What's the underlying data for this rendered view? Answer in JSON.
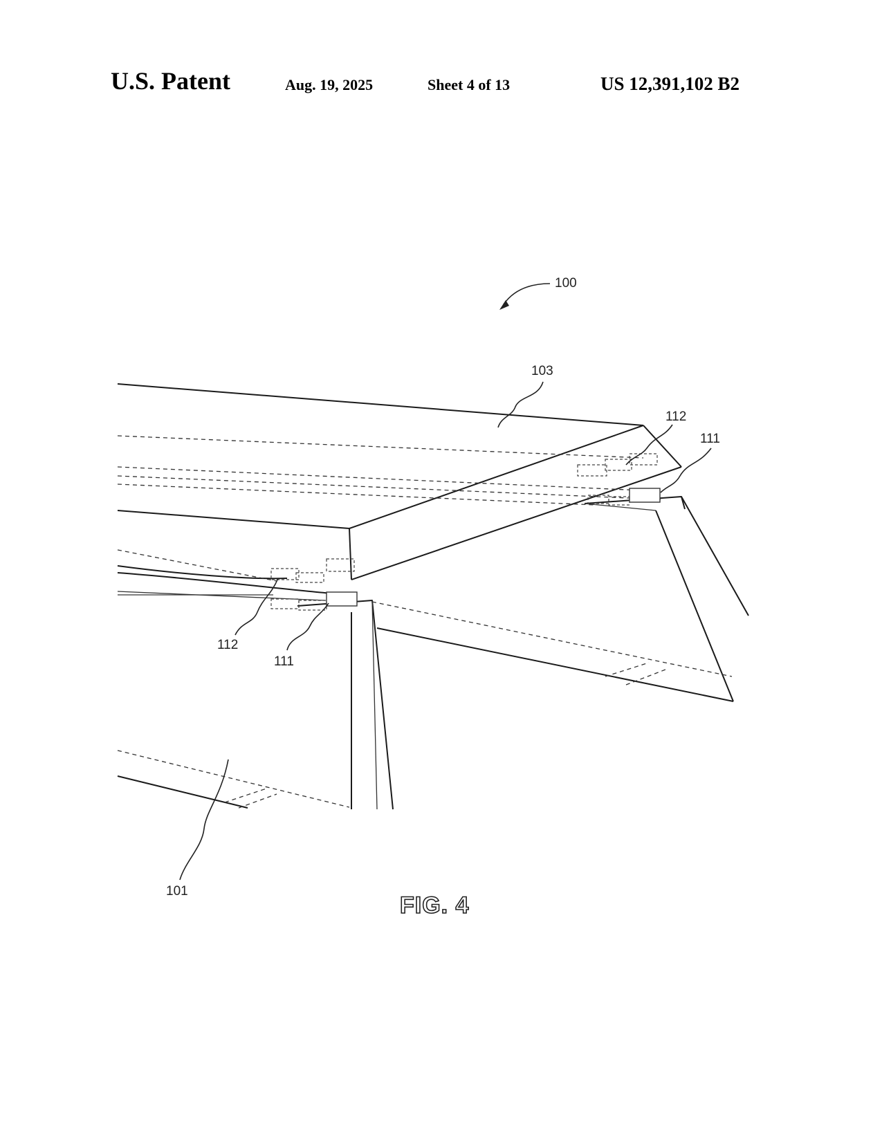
{
  "header": {
    "title": "U.S. Patent",
    "date": "Aug. 19, 2025",
    "sheet": "Sheet 4 of 13",
    "patent_number": "US 12,391,102 B2"
  },
  "figure": {
    "caption": "FIG. 4",
    "reference_numerals": {
      "assembly": "100",
      "beam": "101",
      "panel": "103",
      "mount_right": "111",
      "clip_right": "112",
      "clip_left": "112",
      "mount_left": "111"
    }
  }
}
